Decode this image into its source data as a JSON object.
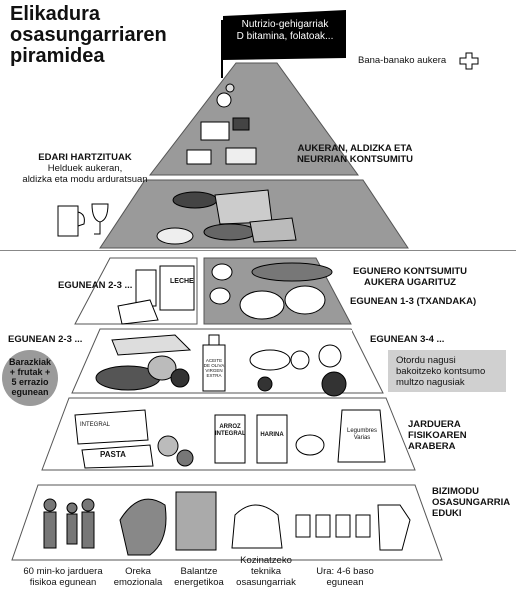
{
  "title": [
    "Elikadura",
    "osasungarriaren",
    "piramidea"
  ],
  "flag": {
    "line1": "Nutrizio-gehigarriak",
    "line2": "D bitamina, folatoak..."
  },
  "optional": "Bana-banako aukera",
  "top_left": {
    "heading": "EDARI HARTZITUAK",
    "line1": "Helduek aukeran,",
    "line2": "aldizka eta modu arduratsuan"
  },
  "top_right": [
    "AUKERAN, ALDIZKA ETA",
    "NEURRIAN KONTSUMITU"
  ],
  "daily": [
    "EGUNERO KONTSUMITU",
    "AUKERA UGARITUZ"
  ],
  "weekly": "EGUNEAN 1-3 (TXANDAKA)",
  "dairy": "EGUNEAN 2-3 ...",
  "veg": "EGUNEAN 2-3 ...",
  "fruit_oil": "EGUNEAN 3-4 ...",
  "five_a_day": [
    "Barazkiak",
    "+ frutak +",
    "5 errazio",
    "egunean"
  ],
  "grain_note": [
    "Otordu nagusi",
    "bakoitzeko kontsumo",
    "multzo nagusiak"
  ],
  "activity": [
    "JARDUERA",
    "FISIKOAREN",
    "ARABERA"
  ],
  "healthy": [
    "BIZIMODU",
    "OSASUNGARRIA",
    "EDUKI"
  ],
  "base": [
    {
      "lines": [
        "60 min-ko jarduera",
        "fisikoa egunean"
      ]
    },
    {
      "lines": [
        "Oreka",
        "emozionala"
      ]
    },
    {
      "lines": [
        "Balantze",
        "energetikoa"
      ]
    },
    {
      "lines": [
        "Kozinatzeko",
        "teknika",
        "osasungarriak"
      ]
    },
    {
      "lines": [
        "Ura: 4-6 baso",
        "egunean"
      ]
    }
  ],
  "labels": {
    "leche": "LECHE",
    "oil": [
      "ACEITE",
      "DE OLIVA",
      "VIRGEN",
      "EXTRA"
    ],
    "pan": "INTEGRAL",
    "pasta": "PASTA",
    "arroz": [
      "ARROZ",
      "INTEGRAL"
    ],
    "harina": "HARINA",
    "legumbres": [
      "Legumbres",
      "Varias"
    ]
  }
}
